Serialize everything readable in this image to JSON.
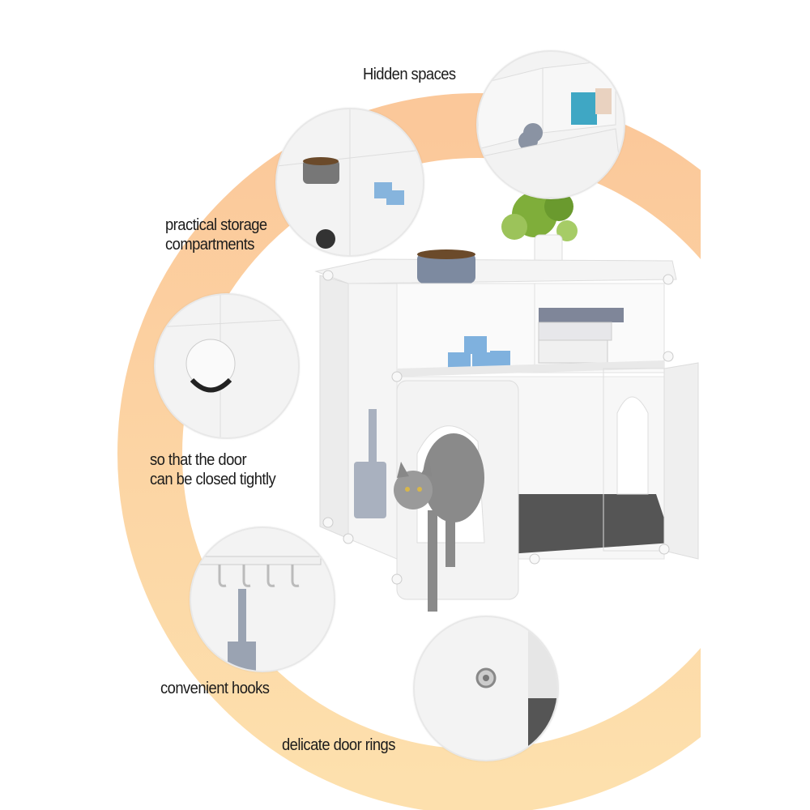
{
  "labels": {
    "hidden_spaces": "Hidden spaces",
    "storage_line1": "practical storage",
    "storage_line2": "compartments",
    "door_line1": "so that the door",
    "door_line2": "can be closed tightly",
    "hooks": "convenient hooks",
    "rings": "delicate door rings"
  },
  "colors": {
    "ring_top": "#fbc99a",
    "ring_bottom": "#fdddaa"
  }
}
